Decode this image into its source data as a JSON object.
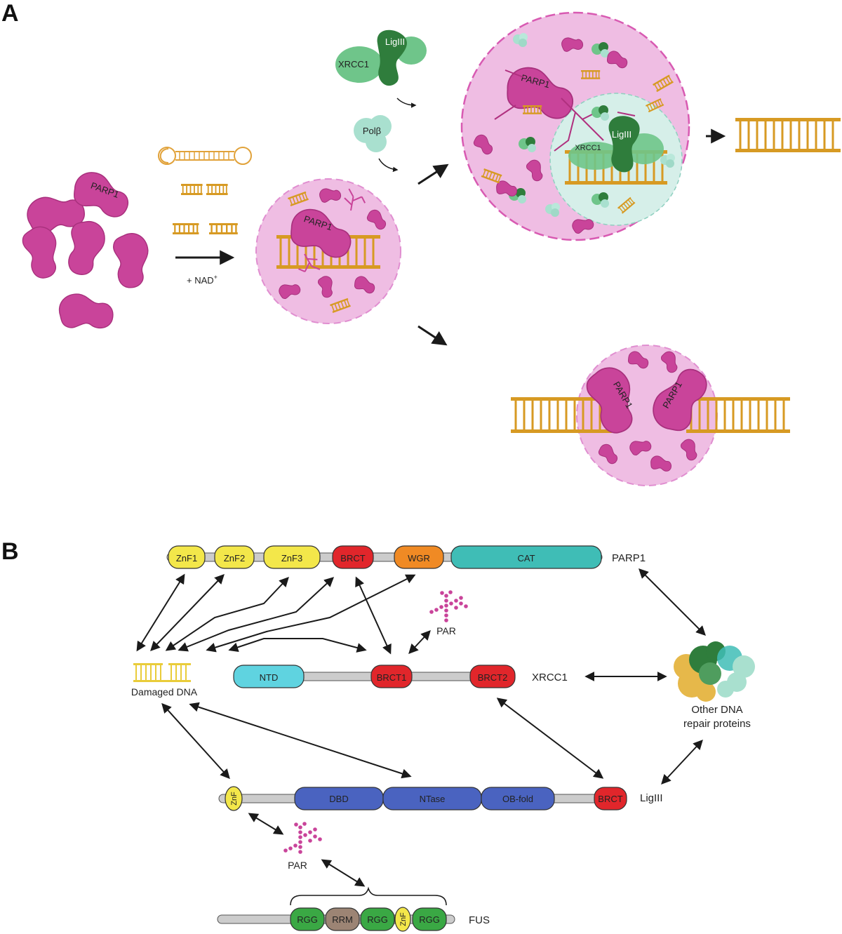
{
  "panel_a": {
    "label": "A",
    "parp1": "PARP1",
    "nad": "+ NAD",
    "nad_sup": "+",
    "xrcc1": "XRCC1",
    "ligiii": "LigIII",
    "polb": "Polβ"
  },
  "panel_b": {
    "label": "B",
    "parp1_label": "PARP1",
    "parp1_domains": [
      "ZnF1",
      "ZnF2",
      "ZnF3",
      "BRCT",
      "WGR",
      "CAT"
    ],
    "xrcc1_label": "XRCC1",
    "xrcc1_domains": [
      "NTD",
      "BRCT1",
      "BRCT2"
    ],
    "ligiii_label": "LigIII",
    "ligiii_domains": [
      "ZnF",
      "DBD",
      "NTase",
      "OB-fold",
      "BRCT"
    ],
    "fus_label": "FUS",
    "fus_domains": [
      "RGG",
      "RRM",
      "RGG",
      "ZnF",
      "RGG"
    ],
    "damaged_dna": "Damaged DNA",
    "par": "PAR",
    "other_line1": "Other DNA",
    "other_line2": "repair proteins"
  },
  "colors": {
    "parp_magenta": "#c9449a",
    "condensate_pink": "#efbde3",
    "dna_gold": "#d79a23",
    "dna_yellow": "#e9cc3a",
    "znf_yellow": "#f3e74a",
    "brct_red": "#e1262b",
    "wgr_orange": "#f08a24",
    "cat_teal": "#3fbdb6",
    "ntd_cyan": "#5fd3e0",
    "ligiii_blue": "#4a63c0",
    "rgg_green": "#3aa844",
    "rrm_brown": "#9c8474",
    "ligiii_green": "#2f7d3c",
    "xrcc1_green": "#6fc58a",
    "polb_mint": "#a9e0cf"
  }
}
